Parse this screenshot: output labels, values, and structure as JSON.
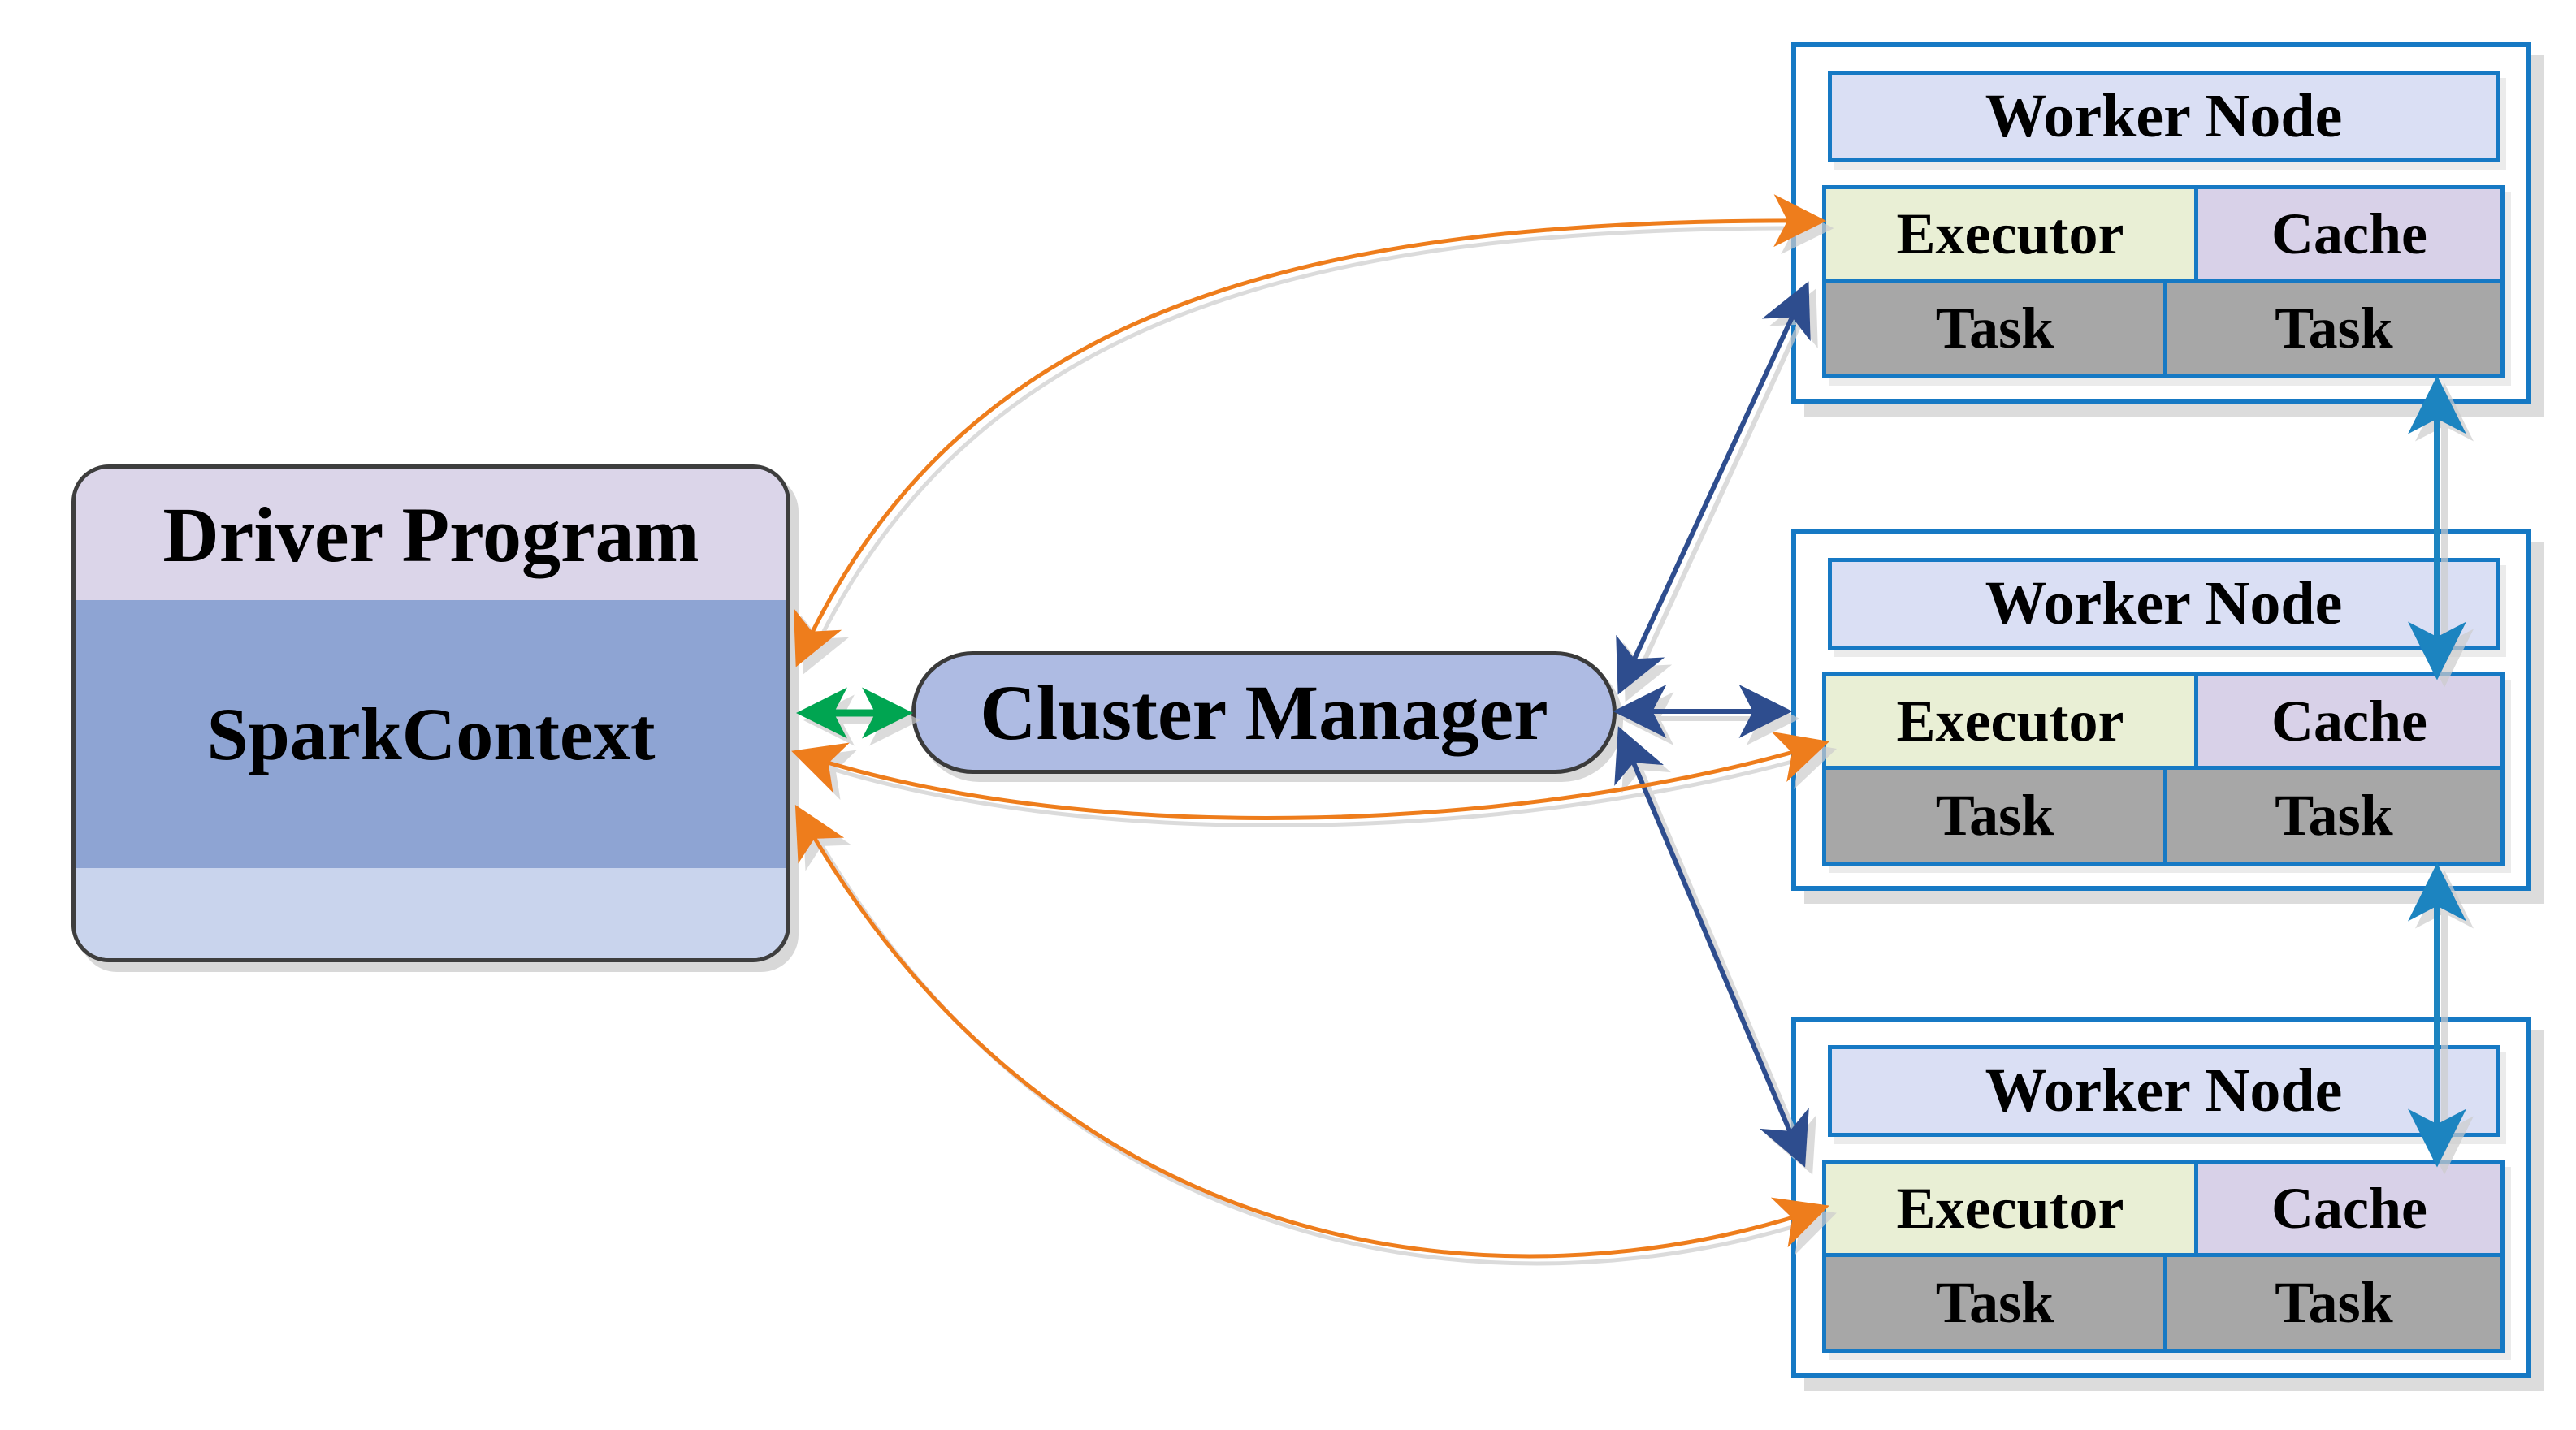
{
  "diagram": {
    "driver": {
      "title": "Driver Program",
      "subtitle": "SparkContext"
    },
    "cluster_manager": {
      "label": "Cluster Manager"
    },
    "workers": [
      {
        "title": "Worker Node",
        "executor": "Executor",
        "cache": "Cache",
        "tasks": [
          "Task",
          "Task"
        ]
      },
      {
        "title": "Worker Node",
        "executor": "Executor",
        "cache": "Cache",
        "tasks": [
          "Task",
          "Task"
        ]
      },
      {
        "title": "Worker Node",
        "executor": "Executor",
        "cache": "Cache",
        "tasks": [
          "Task",
          "Task"
        ]
      }
    ],
    "colors": {
      "arrow_green": "#00a551",
      "arrow_navy": "#2e4d8e",
      "arrow_orange": "#ee7d1a",
      "arrow_teal": "#1e84c0",
      "worker_border": "#1679c4",
      "worker_header_fill": "#dadff4",
      "executor_fill": "#e9efd5",
      "cache_fill": "#d8d1e8",
      "task_fill": "#a7a7a7",
      "driver_top_fill": "#dbd5e9",
      "driver_mid_fill": "#8ea4d3",
      "driver_bottom_fill": "#c9d4ed",
      "cluster_fill": "#aebbe3"
    },
    "edges": [
      {
        "from": "spark-context",
        "to": "cluster-manager",
        "color": "green",
        "bidirectional": true
      },
      {
        "from": "cluster-manager",
        "to": "worker-node-1",
        "color": "navy",
        "bidirectional": true
      },
      {
        "from": "cluster-manager",
        "to": "worker-node-2",
        "color": "navy",
        "bidirectional": true
      },
      {
        "from": "cluster-manager",
        "to": "worker-node-3",
        "color": "navy",
        "bidirectional": true
      },
      {
        "from": "spark-context",
        "to": "worker-node-1-executor",
        "color": "orange",
        "bidirectional": true
      },
      {
        "from": "spark-context",
        "to": "worker-node-2-executor",
        "color": "orange",
        "bidirectional": true
      },
      {
        "from": "spark-context",
        "to": "worker-node-3-executor",
        "color": "orange",
        "bidirectional": true
      },
      {
        "from": "worker-node-1",
        "to": "worker-node-2",
        "color": "teal",
        "bidirectional": true
      },
      {
        "from": "worker-node-2",
        "to": "worker-node-3",
        "color": "teal",
        "bidirectional": true
      }
    ]
  }
}
